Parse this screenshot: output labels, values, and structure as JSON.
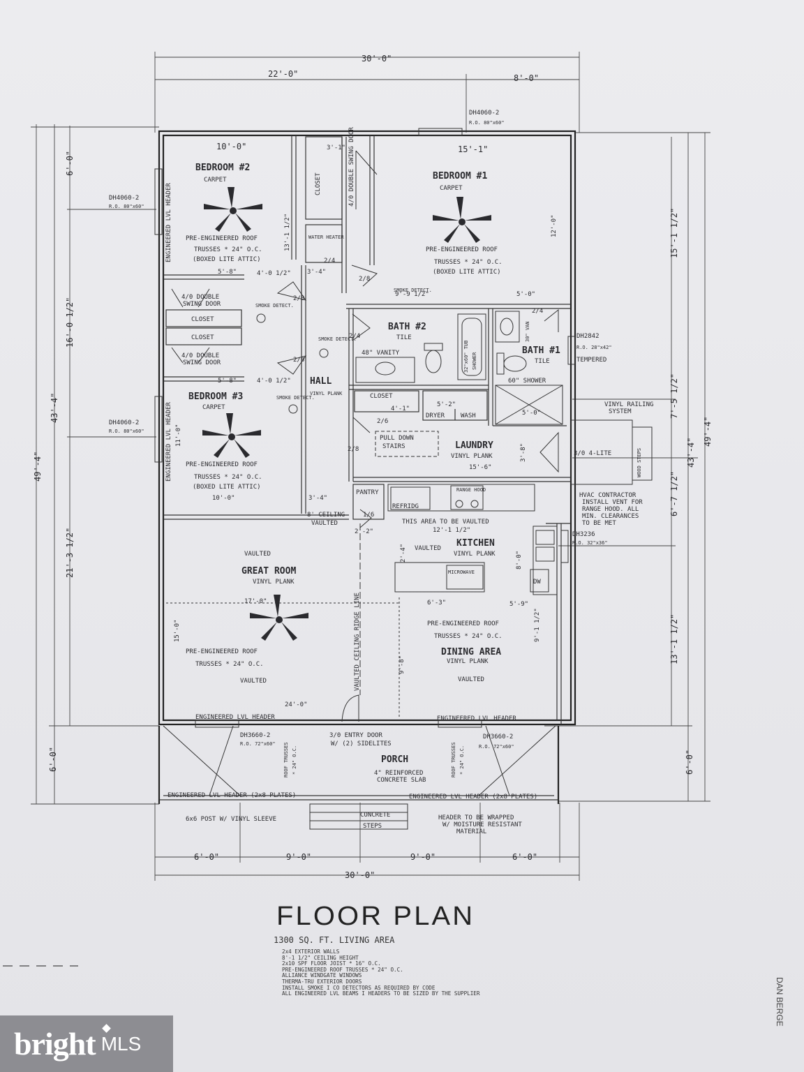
{
  "drawing": {
    "title": "FLOOR PLAN",
    "subtitle": "1300 SQ. FT. LIVING AREA",
    "notes": [
      "2x4 EXTERIOR WALLS",
      "8'-1 1/2\" CEILING HEIGHT",
      "2x10 SPF FLOOR JOIST * 16\" O.C.",
      "PRE-ENGINEERED ROOF TRUSSES * 24\" O.C.",
      "ALLIANCE WINDGATE WINDOWS",
      "THERMA-TRU EXTERIOR DOORS",
      "INSTALL SMOKE I CO DETECTORS AS REQUIRED BY CODE",
      "ALL ENGINEERED LVL BEAMS I HEADERS TO BE SIZED BY THE SUPPLIER"
    ],
    "side_text": "DAN BERGE"
  },
  "dimensions": {
    "overall_top": "30'-0\"",
    "top_left": "22'-0\"",
    "top_right": "8'-0\"",
    "overall_bottom": "30'-0\"",
    "bottom_segments": [
      "6'-0\"",
      "9'-0\"",
      "9'-0\"",
      "6'-0\""
    ],
    "left_outer": "49'-4\"",
    "left_inner": "43'-4\"",
    "left_top": "6'-0\"",
    "left_mid": "16'-0 1/2\"",
    "left_lower": "21'-3 1/2\"",
    "left_porch": "6'-0\"",
    "right_outer": "49'-4\"",
    "right_inner": "43'-4\"",
    "right_top": "15'-1 1/2\"",
    "right_mid": "7'-5 1/2\"",
    "right_lower": "6'-7 1/2\"",
    "right_bottom": "13'-1 1/2\"",
    "right_porch": "6'-0\""
  },
  "rooms": {
    "bedroom2": {
      "name": "BEDROOM #2",
      "floor": "CARPET",
      "width": "10'-0\"",
      "height": "13'-1 1/2\"",
      "ceiling": [
        "PRE-ENGINEERED ROOF",
        "TRUSSES * 24\" O.C.",
        "(BOXED LITE ATTIC)"
      ]
    },
    "bedroom1": {
      "name": "BEDROOM #1",
      "floor": "CARPET",
      "width": "15'-1\"",
      "height": "12'-0\"",
      "ceiling": [
        "PRE-ENGINEERED ROOF",
        "TRUSSES * 24\" O.C.",
        "(BOXED LITE ATTIC)"
      ]
    },
    "bedroom3": {
      "name": "BEDROOM #3",
      "floor": "CARPET",
      "width": "10'-0\"",
      "height": "11'-0\"",
      "ceiling": [
        "PRE-ENGINEERED ROOF",
        "TRUSSES * 24\" O.C.",
        "(BOXED LITE ATTIC)"
      ]
    },
    "bath2": {
      "name": "BATH #2",
      "floor": "TILE",
      "vanity": "48\" VANITY",
      "tub": "32\"x60\" TUB",
      "tub2": "SHOWER"
    },
    "bath1": {
      "name": "BATH #1",
      "floor": "TILE",
      "vanity": "30\" VAN",
      "shower": "60\" SHOWER"
    },
    "hall": {
      "name": "HALL",
      "floor": "VINYL PLANK"
    },
    "laundry": {
      "name": "LAUNDRY",
      "floor": "VINYL PLANK",
      "width": "15'-6\"",
      "dryer": "DRYER",
      "wash": "WASH"
    },
    "kitchen": {
      "name": "KITCHEN",
      "floor": "VINYL PLANK",
      "vaulted": "VAULTED",
      "refrig": "REFRIDG",
      "range": "RANGE HOOD",
      "micro": "MICROWAVE",
      "pantry": "PANTRY",
      "dw": "DW"
    },
    "great_room": {
      "name": "GREAT ROOM",
      "floor": "VINYL PLANK",
      "vaulted": "VAULTED",
      "width": "17'-0\"",
      "height": "15'-0\"",
      "ceiling": [
        "PRE-ENGINEERED ROOF",
        "TRUSSES * 24\" O.C."
      ]
    },
    "dining": {
      "name": "DINING AREA",
      "floor": "VINYL PLANK",
      "vaulted": "VAULTED",
      "ceiling": [
        "PRE-ENGINEERED ROOF",
        "TRUSSES * 24\" O.C."
      ]
    },
    "porch": {
      "name": "PORCH",
      "slab": [
        "4\" REINFORCED",
        "CONCRETE SLAB"
      ]
    }
  },
  "labels": {
    "closet": "CLOSET",
    "double_swing": "4/0 DOUBLE SWING DOOR",
    "double_swing_a": "4/0 DOUBLE",
    "double_swing_b": "SWING DOOR",
    "water_heater": "WATER HEATER",
    "smoke": "SMOKE DETECT.",
    "pull_down": [
      "PULL DOWN",
      "STAIRS"
    ],
    "eng_header": "ENGINEERED LVL HEADER",
    "eng_header_plates": "ENGINEERED LVL HEADER (2x8 PLATES)",
    "window_dh4060": "DH4060-2",
    "window_ro4060": "R.O. 80\"x60\"",
    "window_dh2842": "DH2842",
    "window_ro2842": "R.O. 28\"x42\"",
    "tempered": "TEMPERED",
    "window_dh3236": "DH3236",
    "window_ro3236": "R.O. 32\"x36\"",
    "window_dh3660": "DH3660-2",
    "window_ro3660": "R.O. 72\"x60\"",
    "entry_door": [
      "3/0 ENTRY DOOR",
      "W/ (2) SIDELITES"
    ],
    "vinyl_railing": [
      "VINYL RAILING",
      "SYSTEM"
    ],
    "lite_door": "3/0 4-LITE",
    "wood_steps": "WOOD STEPS",
    "hvac": [
      "HVAC CONTRACTOR",
      "INSTALL VENT FOR",
      "RANGE HOOD. ALL",
      "MIN. CLEARANCES",
      "TO BE MET"
    ],
    "vaulted_area": [
      "THIS AREA TO BE VAULTED",
      "12'-1 1/2\""
    ],
    "ceiling_8": "8' CEILING",
    "vaulted": "VAULTED",
    "ridge": "VAULTED CEILING RIDGE LINE",
    "roof_trusses": "ROOF TRUSSES",
    "at_24": "* 24\" O.C.",
    "post": "6x6 POST W/ VINYL SLEEVE",
    "steps": [
      "CONCRETE",
      "STEPS"
    ],
    "header_wrap": [
      "HEADER TO BE WRAPPED",
      "W/ MOISTURE RESISTANT",
      "MATERIAL"
    ],
    "d_2_8": "2/8",
    "d_2_4": "2/4",
    "d_2_6": "2/6",
    "d_1_6": "1/6",
    "m_3_4": "3'-4\"",
    "m_5_8": "5'-8\"",
    "m_4_0": "4'-0 1/2\"",
    "m_3_1": "3'-1\"",
    "m_5_0": "5'-0\"",
    "m_9_9": "9'-9 1/2\"",
    "m_5_2": "5'-2\"",
    "m_4_1": "4'-1\"",
    "m_6_3": "6'-3\"",
    "m_5_9": "5'-9\"",
    "m_24_0": "24'-0\"",
    "m_8_0": "8'-0\"",
    "m_9_1": "9'-1 1/2\"",
    "m_9_8": "9'-8\"",
    "m_3_8": "3'-8\"",
    "m_2_4": "2'-4\"",
    "m_2_2": "2'-2\""
  }
}
